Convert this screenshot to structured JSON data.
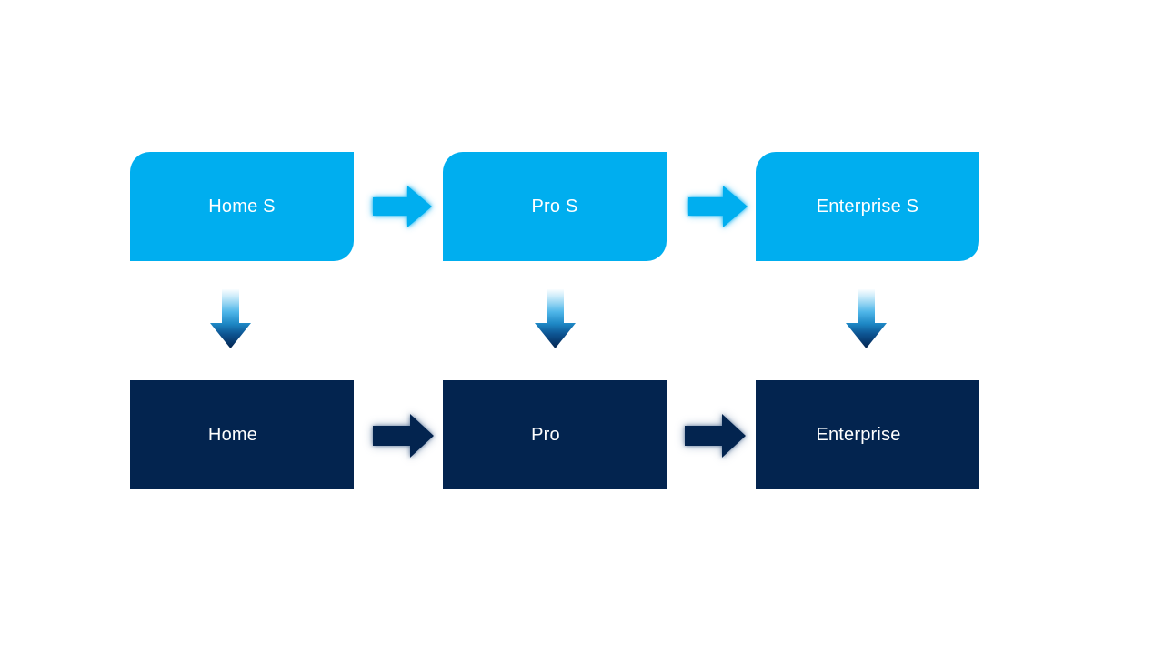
{
  "slide": {
    "background": "#ffffff",
    "colors": {
      "light_blue": "#00aeef",
      "dark_navy": "#03244f",
      "label_text": "#ffffff",
      "down_arrow_gradient_top": "#fafdff",
      "down_arrow_gradient_mid": "#1e88c5",
      "down_arrow_gradient_bottom": "#03234e"
    },
    "icons": {
      "right_arrow": "right-arrow",
      "down_arrow": "down-arrow"
    },
    "diagram": {
      "top_row": [
        {
          "label": "Home S"
        },
        {
          "label": "Pro S"
        },
        {
          "label": "Enterprise S"
        }
      ],
      "bottom_row": [
        {
          "label": "Home"
        },
        {
          "label": "Pro"
        },
        {
          "label": "Enterprise"
        }
      ]
    }
  }
}
